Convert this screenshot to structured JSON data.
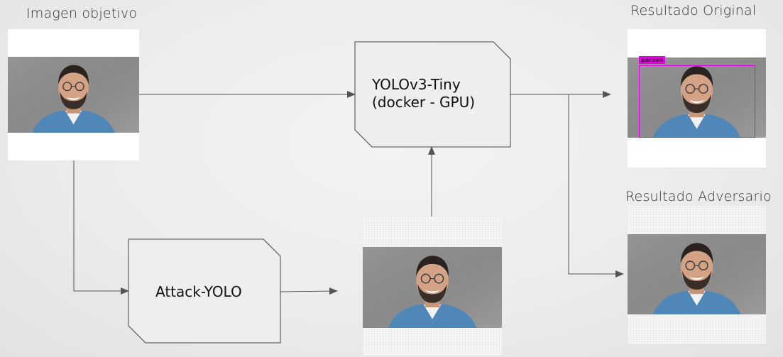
{
  "labels": {
    "target_image": "Imagen objetivo",
    "original_result": "Resultado Original",
    "adversarial_result": "Resultado Adversario"
  },
  "blocks": {
    "yolo_line1": "YOLOv3-Tiny",
    "yolo_line2": "(docker - GPU)",
    "attack": "Attack-YOLO"
  },
  "detection": {
    "label": "person",
    "color": "#e600e6"
  },
  "colors": {
    "block_fill": "#eeeeee",
    "block_stroke": "#444444",
    "arrow": "#555555",
    "background": "#ececec"
  }
}
